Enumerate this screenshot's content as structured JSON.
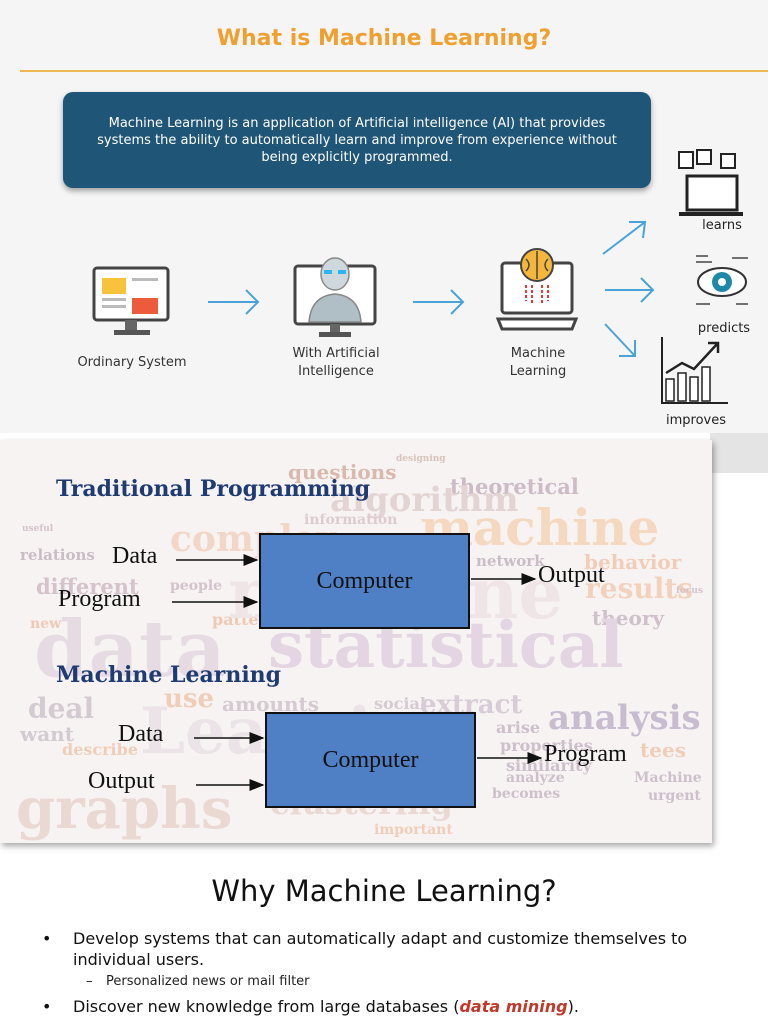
{
  "section1": {
    "title": "What is Machine Learning?",
    "definition": "Machine Learning is an application of Artificial intelligence (AI) that provides systems the ability to automatically learn and improve from experience without being explicitly programmed.",
    "stages": [
      {
        "label": "Ordinary System",
        "icon": "monitor-icon"
      },
      {
        "label": "With Artificial Intelligence",
        "icon": "robot-monitor-icon"
      },
      {
        "label": "Machine Learning",
        "icon": "brain-laptop-icon"
      }
    ],
    "outcomes": [
      {
        "label": "learns",
        "icon": "books-laptop-icon"
      },
      {
        "label": "predicts",
        "icon": "eye-target-icon"
      },
      {
        "label": "improves",
        "icon": "growth-chart-icon"
      }
    ],
    "colors": {
      "title": "#f0a030",
      "box": "#1f5577",
      "arrow": "#4aa3d8"
    }
  },
  "section2": {
    "traditional": {
      "heading": "Traditional Programming",
      "inputs": [
        "Data",
        "Program"
      ],
      "box": "Computer",
      "output": "Output"
    },
    "ml": {
      "heading": "Machine Learning",
      "inputs": [
        "Data",
        "Output"
      ],
      "box": "Computer",
      "output": "Program"
    },
    "word_cloud": [
      "questions",
      "designing",
      "theoretical",
      "algorithm",
      "information",
      "machine",
      "complex",
      "behavior",
      "relations",
      "network",
      "results",
      "different",
      "people",
      "theory",
      "new",
      "patterns",
      "data",
      "statistical",
      "machine",
      "Learning",
      "use",
      "amounts",
      "social",
      "extract",
      "analysis",
      "deal",
      "want",
      "arise",
      "properties",
      "tees",
      "describe",
      "similarity",
      "analyze",
      "Machine",
      "becomes",
      "urgent",
      "graphs",
      "clustering",
      "important",
      "focus",
      "useful"
    ],
    "colors": {
      "heading": "#1f3b73",
      "box": "#4f7fc4"
    }
  },
  "section3": {
    "title": "Why Machine Learning?",
    "bullet1": "Develop systems that can automatically adapt and customize themselves to individual users.",
    "sub1": "Personalized news or mail filter",
    "bullet2_prefix": "Discover new knowledge from large databases (",
    "bullet2_highlight": "data mining",
    "bullet2_suffix": ").",
    "colors": {
      "highlight": "#c0392b"
    }
  }
}
